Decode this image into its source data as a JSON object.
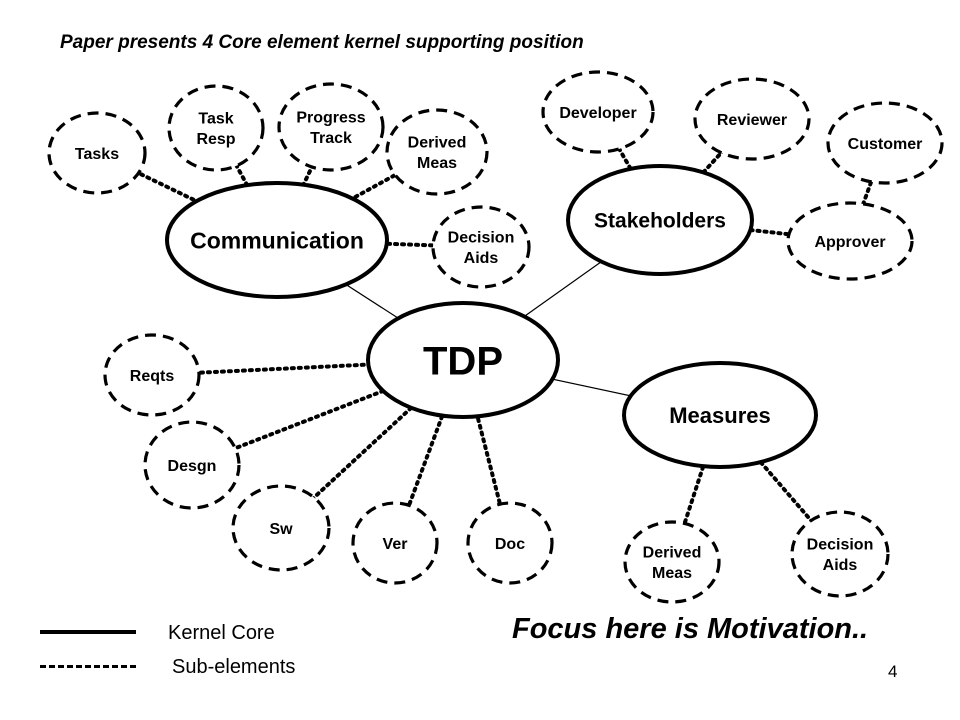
{
  "title": "Paper presents 4 Core element kernel supporting position",
  "focus_text": "Focus here is Motivation..",
  "page_number": "4",
  "legend": {
    "kernel": "Kernel Core",
    "sub": "Sub-elements"
  },
  "core_nodes": {
    "tdp": "TDP",
    "communication": "Communication",
    "stakeholders": "Stakeholders",
    "measures": "Measures"
  },
  "sub_nodes": {
    "tasks": [
      "Tasks"
    ],
    "task_resp": [
      "Task",
      "Resp"
    ],
    "progress_track": [
      "Progress",
      "Track"
    ],
    "comm_derived_meas": [
      "Derived",
      "Meas"
    ],
    "comm_decision_aids": [
      "Decision",
      "Aids"
    ],
    "developer": [
      "Developer"
    ],
    "reviewer": [
      "Reviewer"
    ],
    "customer": [
      "Customer"
    ],
    "approver": [
      "Approver"
    ],
    "reqts": [
      "Reqts"
    ],
    "desgn": [
      "Desgn"
    ],
    "sw": [
      "Sw"
    ],
    "ver": [
      "Ver"
    ],
    "doc": [
      "Doc"
    ],
    "meas_derived_meas": [
      "Derived",
      "Meas"
    ],
    "meas_decision_aids": [
      "Decision",
      "Aids"
    ]
  }
}
